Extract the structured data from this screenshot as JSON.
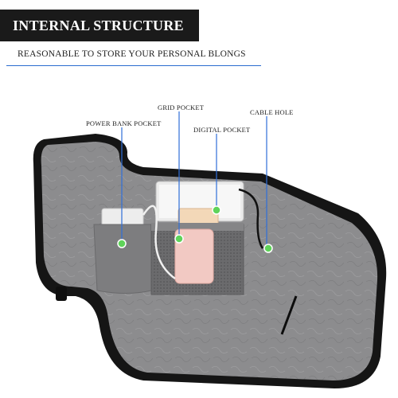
{
  "header": {
    "title": "INTERNAL STRUCTURE",
    "subtitle": "REASONABLE TO STORE YOUR PERSONAL BLONGS"
  },
  "callouts": {
    "power_bank": "POWER BANK POCKET",
    "grid": "GRID POCKET",
    "digital": "DIGITAL POCKET",
    "cable": "CABLE HOLE"
  },
  "colors": {
    "banner_bg": "#1a1a1a",
    "accent_rule": "#2a6ccf",
    "marker_green": "#5fd35a",
    "marker_blue": "#2f6fd9",
    "lining_gray": "#8a8a8c",
    "shell_black": "#151515"
  }
}
